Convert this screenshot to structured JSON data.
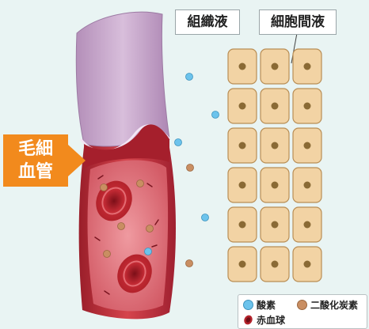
{
  "labels": {
    "tissue_fluid": "組織液",
    "interstitial_fluid": "細胞間液",
    "capillary_line1": "毛細",
    "capillary_line2": "血管"
  },
  "legend": {
    "oxygen": "酸素",
    "carbon_dioxide": "二酸化炭素",
    "red_blood_cell": "赤血球"
  },
  "colors": {
    "background": "#e9f4f3",
    "oxygen": "#6cc3ec",
    "carbon_dioxide": "#c98e62",
    "red_blood_cell": "#b3222b",
    "vessel_wall": "#c2313c",
    "vessel_outer_membrane": "#c6a4c9",
    "cell_body": "#f2d3a4",
    "cell_nucleus": "#8a6a35",
    "tag": "#f28a1d"
  },
  "cell_grid": {
    "rows": 6,
    "columns": 3
  },
  "icons": [
    "oxygen-molecule-icon",
    "carbon-dioxide-molecule-icon",
    "red-blood-cell-icon"
  ]
}
